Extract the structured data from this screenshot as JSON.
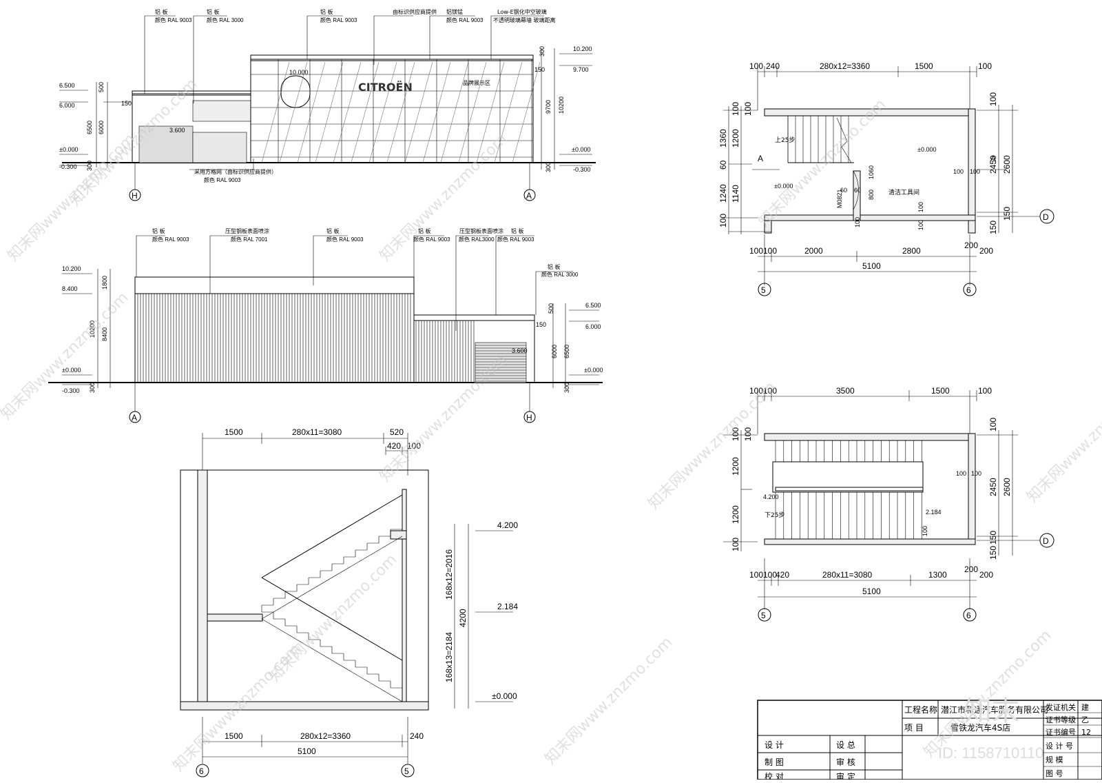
{
  "elevation_front": {
    "callouts": [
      {
        "title": "铝 板",
        "sub": "颜色 RAL 9003"
      },
      {
        "title": "铝 板",
        "sub": "颜色 RAL 3000"
      },
      {
        "title": "铝 板",
        "sub": "颜色 RAL 9003"
      },
      {
        "title": "由标识供应商提供",
        "sub": ""
      },
      {
        "title": "铝镁锰",
        "sub": "颜色 RAL 9003"
      },
      {
        "title": "Low-E钢化中空玻璃",
        "sub": "不透明玻璃幕墙 玻璃距离"
      }
    ],
    "bottom_callout": {
      "title": "采用方格网（由标识供应商提供）",
      "sub": "颜色 RAL 9003"
    },
    "levels_left": [
      "6.500",
      "6.000",
      "±0.000",
      "-0.300"
    ],
    "levels_right": [
      "10.200",
      "9.700",
      "±0.000",
      "-0.300"
    ],
    "dims_left": [
      "500",
      "6500",
      "6000",
      "300",
      "150"
    ],
    "dims_right": [
      "300",
      "150",
      "9700",
      "10200",
      "300"
    ],
    "inner_labels": [
      "10.000",
      "3.600"
    ],
    "axes": [
      "H",
      "A"
    ],
    "sign_text": "CITROËN",
    "sign_sub": "品牌展示区"
  },
  "elevation_back": {
    "callouts": [
      {
        "title": "铝 板",
        "sub": "颜色 RAL 9003"
      },
      {
        "title": "压型钢板表面喷涂",
        "sub": "颜色 RAL 7001"
      },
      {
        "title": "铝 板",
        "sub": "颜色 RAL 9003"
      },
      {
        "title": "铝 板",
        "sub": "颜色 RAL 9003"
      },
      {
        "title": "压型钢板表面喷涂",
        "sub": "颜色 RAL3000"
      },
      {
        "title": "铝 板",
        "sub": "颜色 RAL 9003"
      },
      {
        "title": "铝 板",
        "sub": "颜色 RAL 3000"
      }
    ],
    "levels_left": [
      "10.200",
      "8.400",
      "±0.000",
      "-0.300"
    ],
    "levels_right": [
      "6.500",
      "6.000",
      "±0.000"
    ],
    "dims_left": [
      "1800",
      "10200",
      "8400",
      "300"
    ],
    "dims_right": [
      "500",
      "150",
      "6000",
      "6500",
      "300"
    ],
    "inner_labels": [
      "3.600"
    ],
    "axes": [
      "A",
      "H"
    ]
  },
  "stair_section": {
    "top_dims": [
      "1500",
      "280x11=3080",
      "520",
      "420",
      "100"
    ],
    "bottom_dims": [
      "1500",
      "280x12=3360",
      "240",
      "5100"
    ],
    "levels": [
      "4.200",
      "2.184",
      "±0.000"
    ],
    "vertical_dims": [
      "168x12=2016",
      "4200",
      "168x13=2184"
    ],
    "axes": [
      "6",
      "5"
    ]
  },
  "plan_upper": {
    "top_dims": [
      "100",
      "240",
      "280x12=3360",
      "1500",
      "100"
    ],
    "bottom_dims": [
      "100",
      "100",
      "2000",
      "2800",
      "200",
      "200",
      "5100"
    ],
    "left_dims": [
      "100",
      "100",
      "1360",
      "1200",
      "60",
      "1240",
      "1140",
      "100"
    ],
    "right_dims": [
      "100",
      "2450",
      "2600",
      "150",
      "150"
    ],
    "inner": [
      "上25步",
      "±0.000",
      "±0.000",
      "60",
      "60",
      "800",
      "100",
      "100",
      "100",
      "100",
      "100",
      "M0821",
      "清洁工具间",
      "1060"
    ],
    "section_mark": "A",
    "axes": [
      "5",
      "6",
      "D"
    ]
  },
  "plan_lower": {
    "top_dims": [
      "100",
      "100",
      "3500",
      "1500",
      "100"
    ],
    "bottom_dims": [
      "100",
      "100",
      "420",
      "280x11=3080",
      "1300",
      "200",
      "200",
      "5100"
    ],
    "left_dims": [
      "100",
      "100",
      "1200",
      "1200",
      "100"
    ],
    "right_dims": [
      "100",
      "2450",
      "2600",
      "150",
      "150"
    ],
    "inner": [
      "4.200",
      "下25步",
      "2.184",
      "100",
      "100",
      "100"
    ],
    "axes": [
      "5",
      "6",
      "D"
    ]
  },
  "title_block": {
    "project_name_label": "工程名称",
    "project_name": "潜江市和通汽车服务有限公司",
    "item_label": "项 目",
    "item": "雪铁龙汽车4S店",
    "rows_left": [
      "设 计",
      "制 图",
      "校 对"
    ],
    "rows_mid": [
      "设 总",
      "审 核",
      "审 定"
    ],
    "rows_right": [
      "发证机关",
      "证书等级",
      "证书编号",
      "设 计 号",
      "规 模",
      "图 号"
    ],
    "rows_right_vals": [
      "建",
      "乙",
      "12",
      "",
      "",
      ""
    ]
  },
  "watermark": {
    "text": "知末网www.znzmo.com",
    "logo": "知末",
    "id": "ID: 1158710110"
  }
}
